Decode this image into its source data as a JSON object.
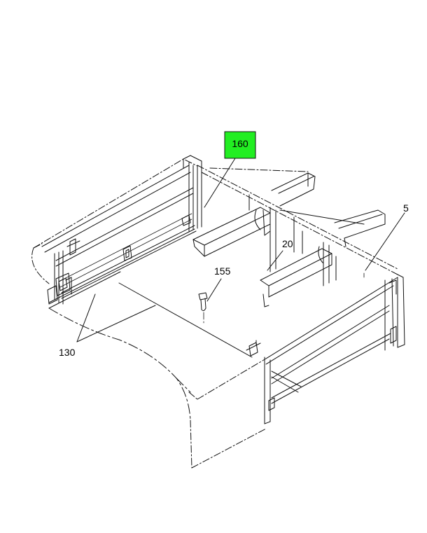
{
  "callouts": {
    "c160": "160",
    "c5": "5",
    "c20": "20",
    "c155": "155",
    "c130": "130"
  },
  "colors": {
    "highlight": "#22ee22",
    "line": "#111111",
    "background": "#ffffff"
  }
}
